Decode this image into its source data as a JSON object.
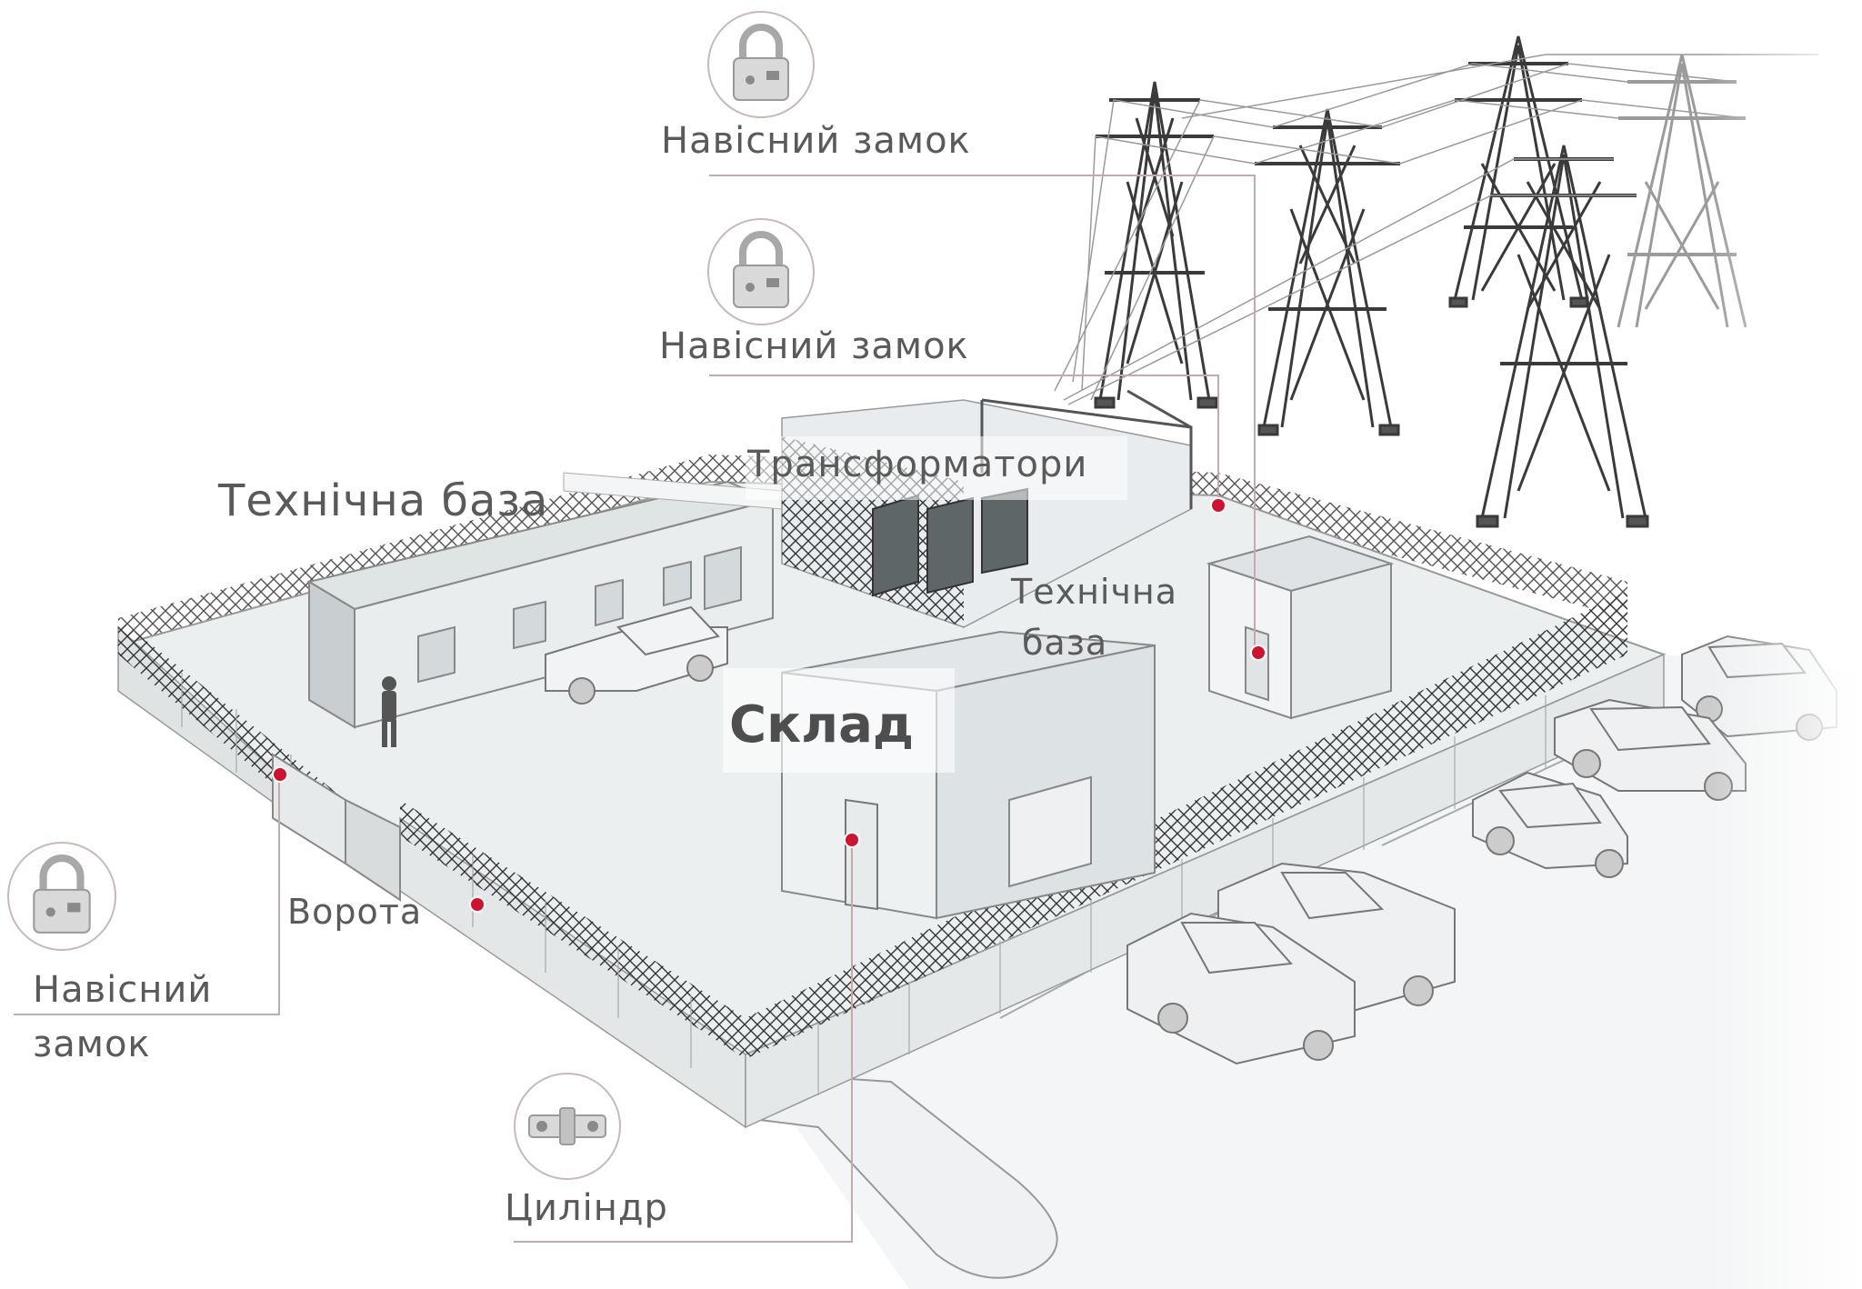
{
  "labels": {
    "lock_top": "Навісний замок",
    "lock_mid": "Навісний замок",
    "lock_left_line1": "Навісний",
    "lock_left_line2": "замок",
    "base_main": "Технічна база",
    "transformer": "Трансформатори",
    "base_right_line1": "Технічна",
    "base_right_line2": "база",
    "warehouse": "Склад",
    "gate": "Ворота",
    "cylinder": "Циліндр"
  },
  "icons": {
    "lock_top": "padlock-icon",
    "lock_mid": "padlock-icon",
    "lock_left": "padlock-icon",
    "cylinder": "cylinder-lock-icon"
  },
  "colors": {
    "label_text": "#5a5a5a",
    "leader_line": "#c4a9ad",
    "marker": "#d0122c"
  }
}
